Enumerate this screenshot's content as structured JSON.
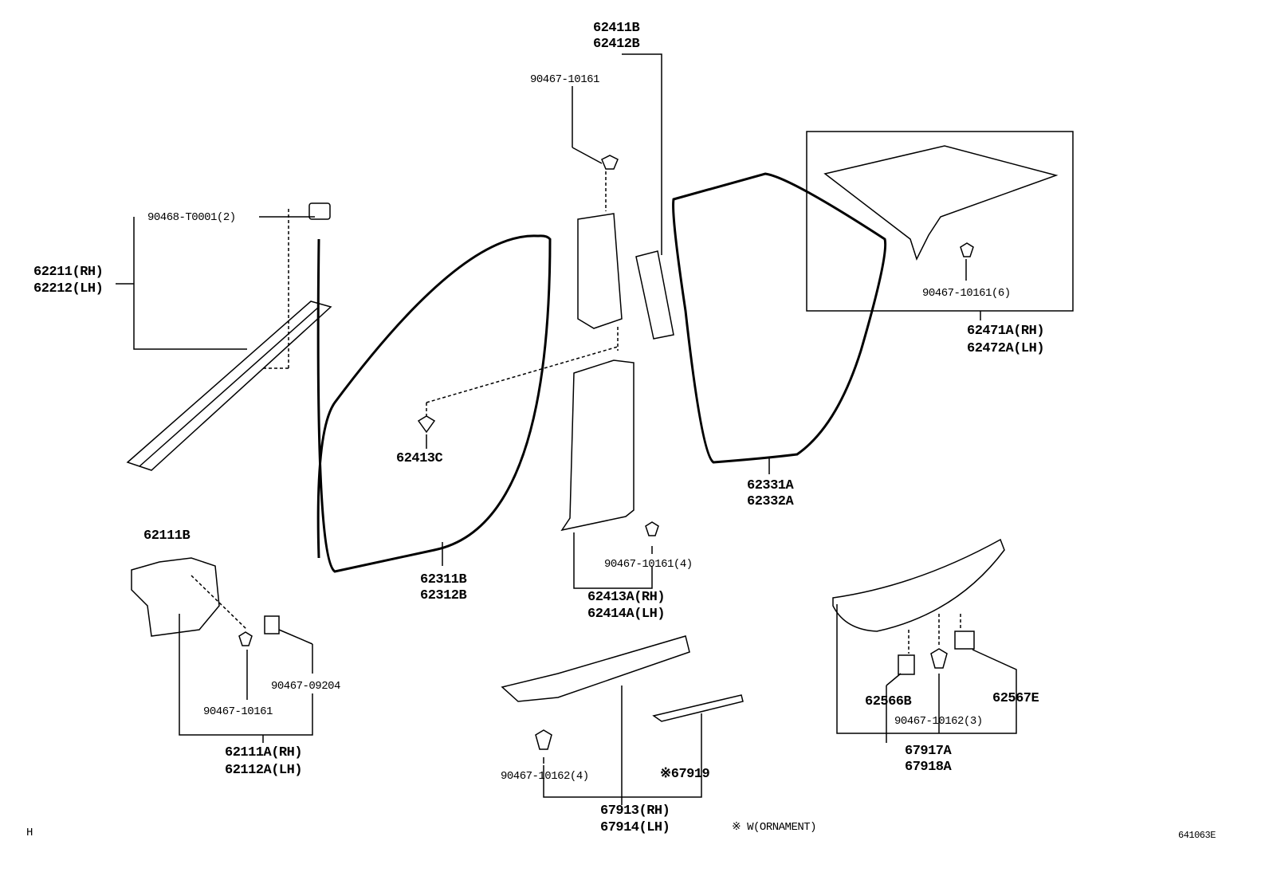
{
  "labels": {
    "p62411B": "62411B",
    "p62412B": "62412B",
    "clip_top": "90467-10161",
    "clip_t0001": "90468-T0001(2)",
    "p62211": "62211(RH)",
    "p62212": "62212(LH)",
    "p62413C": "62413C",
    "p62111B": "62111B",
    "clip_4": "90467-10161(4)",
    "p62413A": "62413A(RH)",
    "p62414A": "62414A(LH)",
    "p62311B": "62311B",
    "p62312B": "62312B",
    "p62331A": "62331A",
    "p62332A": "62332A",
    "clip_6": "90467-10161(6)",
    "p62471A": "62471A(RH)",
    "p62472A": "62472A(LH)",
    "clip_09204": "90467-09204",
    "clip_left": "90467-10161",
    "p62111A": "62111A(RH)",
    "p62112A": "62112A(LH)",
    "clip_10162_4": "90467-10162(4)",
    "p67919": "※67919",
    "p67913": "67913(RH)",
    "p67914": "67914(LH)",
    "p62566B": "62566B",
    "p62567E": "62567E",
    "clip_10162_3": "90467-10162(3)",
    "p67917A": "67917A",
    "p67918A": "67918A"
  },
  "footer": {
    "note": "※ W(ORNAMENT)",
    "corner_mark": "H",
    "figure_id": "641063E"
  }
}
